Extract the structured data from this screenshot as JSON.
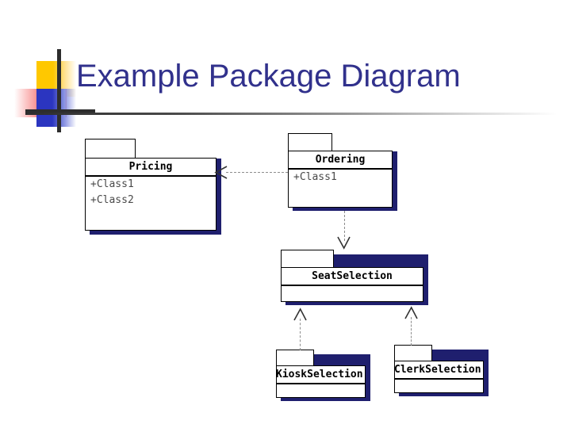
{
  "slide": {
    "title": "Example Package Diagram",
    "title_color": "#31318C",
    "background_color": "#FFFFFF",
    "rule_color": "#2D2D2D"
  },
  "logo": {
    "name": "decorative-logo-mark",
    "yellow": "#FFC800",
    "red": "#F03030",
    "blue": "#2B35C0",
    "bar": "#2D2D2D"
  },
  "diagram": {
    "type": "uml-package-diagram",
    "shadow_color": "#1F1F6E",
    "border_color": "#000000",
    "dependency_color": "#8D8D8D",
    "packages": [
      {
        "id": "pricing",
        "name": "Pricing",
        "members": [
          "+Class1",
          "+Class2"
        ]
      },
      {
        "id": "ordering",
        "name": "Ordering",
        "members": [
          "+Class1"
        ]
      },
      {
        "id": "seat-selection",
        "name": "SeatSelection",
        "members": []
      },
      {
        "id": "kiosk-selection",
        "name": "KioskSelection",
        "members": []
      },
      {
        "id": "clerk-selection",
        "name": "ClerkSelection",
        "members": []
      }
    ],
    "dependencies": [
      {
        "id": "dep-ordering-pricing",
        "from": "Ordering",
        "to": "Pricing",
        "direction": "left"
      },
      {
        "id": "dep-ordering-seatselection",
        "from": "Ordering",
        "to": "SeatSelection",
        "direction": "down"
      },
      {
        "id": "dep-kiosk-seatselection",
        "from": "KioskSelection",
        "to": "SeatSelection",
        "direction": "up"
      },
      {
        "id": "dep-clerk-seatselection",
        "from": "ClerkSelection",
        "to": "SeatSelection",
        "direction": "up"
      }
    ]
  }
}
